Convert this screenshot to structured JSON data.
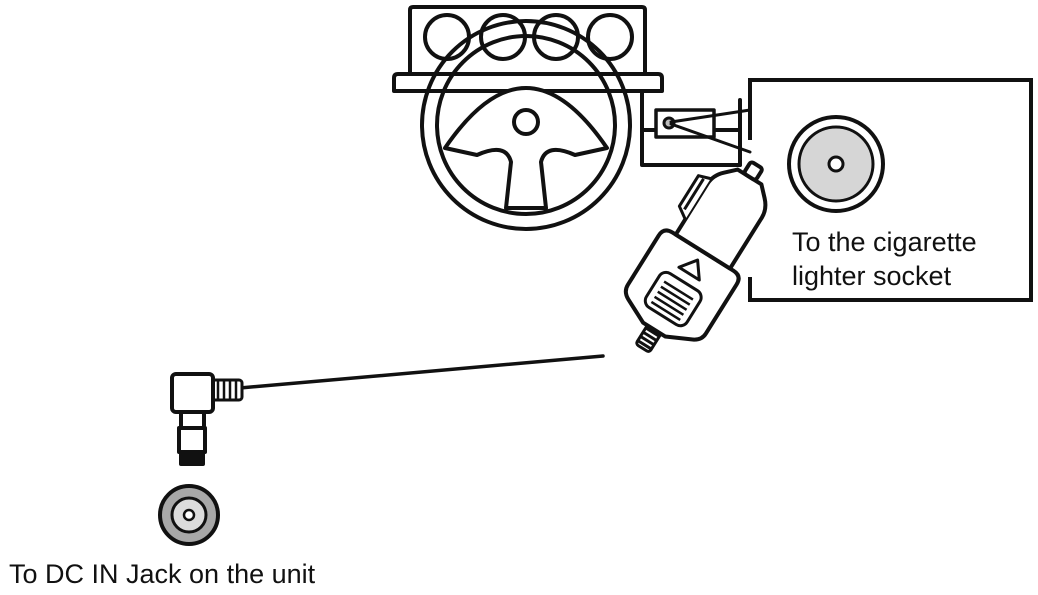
{
  "labels": {
    "lighter_socket_line1": "To the cigarette",
    "lighter_socket_line2": "lighter socket",
    "dc_in_jack": "To DC IN Jack on the unit"
  },
  "colors": {
    "stroke": "#111111",
    "background": "#ffffff",
    "socket_fill": "#d6d6d6",
    "jack_outer_fill": "#a8a8a8",
    "jack_inner_fill": "#dcdcdc"
  },
  "icons": {
    "steering_wheel": "steering-wheel-icon",
    "dashboard": "dashboard-icon",
    "lighter_socket": "cigarette-lighter-socket-icon",
    "car_plug": "car-adapter-plug-icon",
    "dc_plug": "dc-plug-icon",
    "dc_jack": "dc-in-jack-icon"
  }
}
